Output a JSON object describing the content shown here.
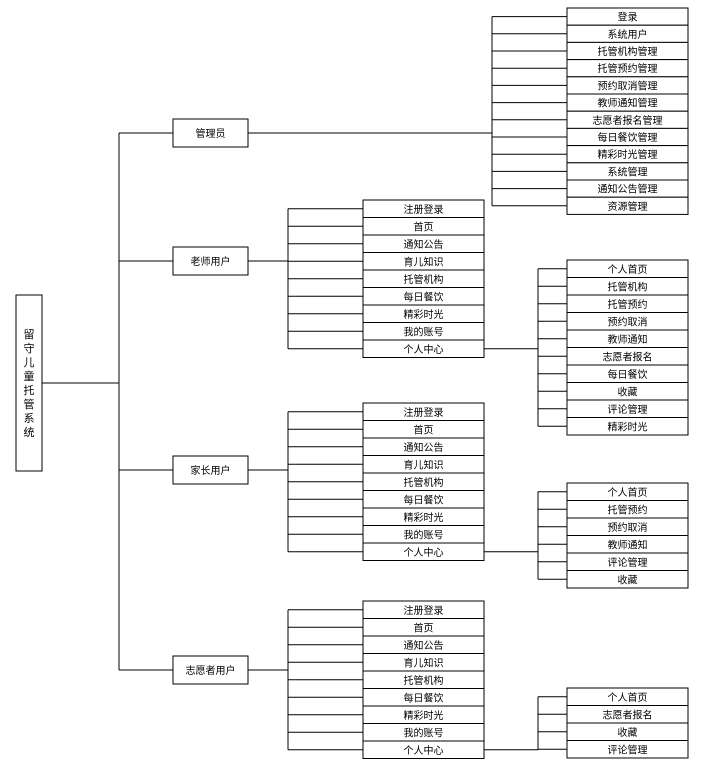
{
  "root": {
    "label": "留守儿童托管系统"
  },
  "roles": [
    {
      "label": "管理员",
      "modules": [
        "登录",
        "系统用户",
        "托管机构管理",
        "托管预约管理",
        "预约取消管理",
        "教师通知管理",
        "志愿者报名管理",
        "每日餐饮管理",
        "精彩时光管理",
        "系统管理",
        "通知公告管理",
        "资源管理"
      ]
    },
    {
      "label": "老师用户",
      "modules": [
        "注册登录",
        "首页",
        "通知公告",
        "育儿知识",
        "托管机构",
        "每日餐饮",
        "精彩时光",
        "我的账号",
        "个人中心"
      ],
      "personal_center": [
        "个人首页",
        "托管机构",
        "托管预约",
        "预约取消",
        "教师通知",
        "志愿者报名",
        "每日餐饮",
        "收藏",
        "评论管理",
        "精彩时光"
      ]
    },
    {
      "label": "家长用户",
      "modules": [
        "注册登录",
        "首页",
        "通知公告",
        "育儿知识",
        "托管机构",
        "每日餐饮",
        "精彩时光",
        "我的账号",
        "个人中心"
      ],
      "personal_center": [
        "个人首页",
        "托管预约",
        "预约取消",
        "教师通知",
        "评论管理",
        "收藏"
      ]
    },
    {
      "label": "志愿者用户",
      "modules": [
        "注册登录",
        "首页",
        "通知公告",
        "育儿知识",
        "托管机构",
        "每日餐饮",
        "精彩时光",
        "我的账号",
        "个人中心"
      ],
      "personal_center": [
        "个人首页",
        "志愿者报名",
        "收藏",
        "评论管理"
      ]
    }
  ]
}
